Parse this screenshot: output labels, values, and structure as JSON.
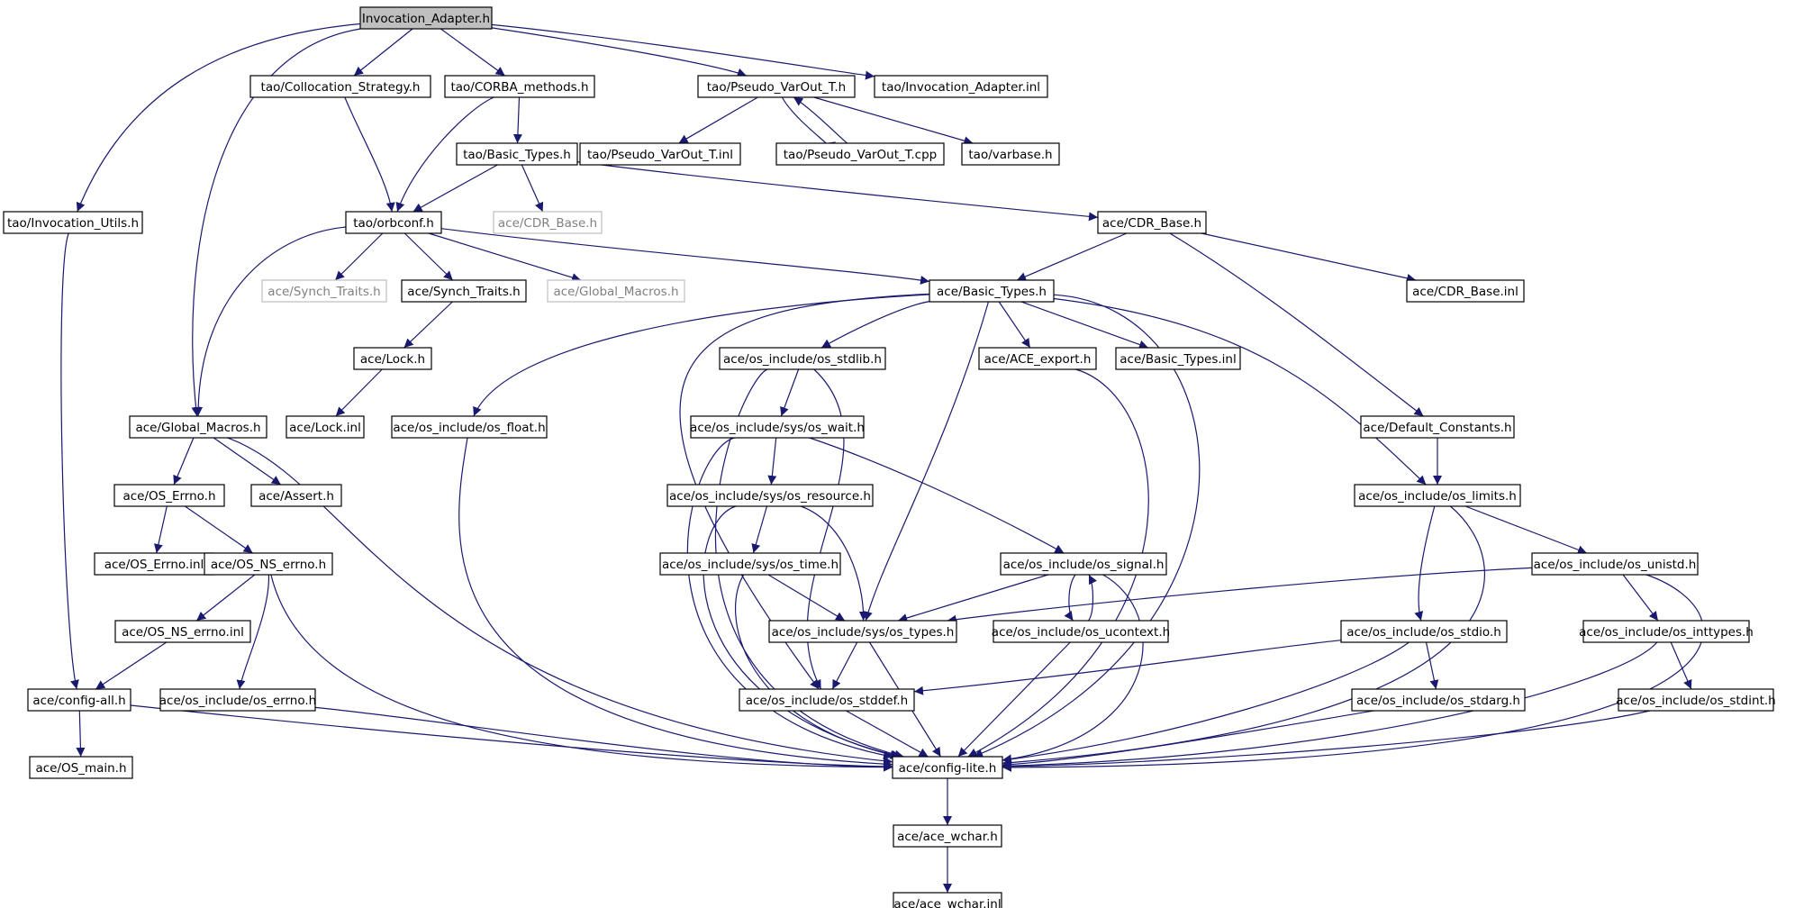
{
  "diagram": {
    "title": "",
    "edge_color": "#191970",
    "root_fill": "#bfbfbf",
    "ghost_color": "#bfbfbf",
    "nodes": [
      {
        "id": "invocation_adapter_h",
        "label": "Invocation_Adapter.h",
        "style": "root"
      },
      {
        "id": "collocation_strategy_h",
        "label": "tao/Collocation_Strategy.h",
        "style": "normal"
      },
      {
        "id": "corba_methods_h",
        "label": "tao/CORBA_methods.h",
        "style": "normal"
      },
      {
        "id": "pseudo_varout_t_h",
        "label": "tao/Pseudo_VarOut_T.h",
        "style": "normal"
      },
      {
        "id": "invocation_adapter_inl",
        "label": "tao/Invocation_Adapter.inl",
        "style": "normal"
      },
      {
        "id": "pseudo_varout_t_inl",
        "label": "tao/Pseudo_VarOut_T.inl",
        "style": "normal"
      },
      {
        "id": "pseudo_varout_t_cpp",
        "label": "tao/Pseudo_VarOut_T.cpp",
        "style": "normal"
      },
      {
        "id": "varbase_h",
        "label": "tao/varbase.h",
        "style": "normal"
      },
      {
        "id": "tao_basic_types_h",
        "label": "tao/Basic_Types.h",
        "style": "normal"
      },
      {
        "id": "invocation_utils_h",
        "label": "tao/Invocation_Utils.h",
        "style": "normal"
      },
      {
        "id": "orbconf_h",
        "label": "tao/orbconf.h",
        "style": "normal"
      },
      {
        "id": "cdr_base_h_ghost",
        "label": "ace/CDR_Base.h",
        "style": "ghost"
      },
      {
        "id": "cdr_base_h",
        "label": "ace/CDR_Base.h",
        "style": "normal"
      },
      {
        "id": "synch_traits_h_ghost",
        "label": "ace/Synch_Traits.h",
        "style": "ghost"
      },
      {
        "id": "synch_traits_h",
        "label": "ace/Synch_Traits.h",
        "style": "normal"
      },
      {
        "id": "global_macros_h_ghost",
        "label": "ace/Global_Macros.h",
        "style": "ghost"
      },
      {
        "id": "ace_basic_types_h",
        "label": "ace/Basic_Types.h",
        "style": "normal"
      },
      {
        "id": "cdr_base_inl",
        "label": "ace/CDR_Base.inl",
        "style": "normal"
      },
      {
        "id": "lock_h",
        "label": "ace/Lock.h",
        "style": "normal"
      },
      {
        "id": "os_stdlib_h",
        "label": "ace/os_include/os_stdlib.h",
        "style": "normal"
      },
      {
        "id": "ace_export_h",
        "label": "ace/ACE_export.h",
        "style": "normal"
      },
      {
        "id": "basic_types_inl",
        "label": "ace/Basic_Types.inl",
        "style": "normal"
      },
      {
        "id": "global_macros_h",
        "label": "ace/Global_Macros.h",
        "style": "normal"
      },
      {
        "id": "lock_inl",
        "label": "ace/Lock.inl",
        "style": "normal"
      },
      {
        "id": "os_float_h",
        "label": "ace/os_include/os_float.h",
        "style": "normal"
      },
      {
        "id": "os_wait_h",
        "label": "ace/os_include/sys/os_wait.h",
        "style": "normal"
      },
      {
        "id": "default_constants_h",
        "label": "ace/Default_Constants.h",
        "style": "normal"
      },
      {
        "id": "os_errno_h_ace",
        "label": "ace/OS_Errno.h",
        "style": "normal"
      },
      {
        "id": "assert_h",
        "label": "ace/Assert.h",
        "style": "normal"
      },
      {
        "id": "os_resource_h",
        "label": "ace/os_include/sys/os_resource.h",
        "style": "normal"
      },
      {
        "id": "os_limits_h",
        "label": "ace/os_include/os_limits.h",
        "style": "normal"
      },
      {
        "id": "os_errno_inl",
        "label": "ace/OS_Errno.inl",
        "style": "normal"
      },
      {
        "id": "os_ns_errno_h",
        "label": "ace/OS_NS_errno.h",
        "style": "normal"
      },
      {
        "id": "os_time_h",
        "label": "ace/os_include/sys/os_time.h",
        "style": "normal"
      },
      {
        "id": "os_signal_h",
        "label": "ace/os_include/os_signal.h",
        "style": "normal"
      },
      {
        "id": "os_unistd_h",
        "label": "ace/os_include/os_unistd.h",
        "style": "normal"
      },
      {
        "id": "os_ns_errno_inl",
        "label": "ace/OS_NS_errno.inl",
        "style": "normal"
      },
      {
        "id": "os_types_h",
        "label": "ace/os_include/sys/os_types.h",
        "style": "normal"
      },
      {
        "id": "os_ucontext_h",
        "label": "ace/os_include/os_ucontext.h",
        "style": "normal"
      },
      {
        "id": "os_stdio_h",
        "label": "ace/os_include/os_stdio.h",
        "style": "normal"
      },
      {
        "id": "os_inttypes_h",
        "label": "ace/os_include/os_inttypes.h",
        "style": "normal"
      },
      {
        "id": "config_all_h",
        "label": "ace/config-all.h",
        "style": "normal"
      },
      {
        "id": "os_include_os_errno_h",
        "label": "ace/os_include/os_errno.h",
        "style": "normal"
      },
      {
        "id": "os_stddef_h",
        "label": "ace/os_include/os_stddef.h",
        "style": "normal"
      },
      {
        "id": "os_stdarg_h",
        "label": "ace/os_include/os_stdarg.h",
        "style": "normal"
      },
      {
        "id": "os_stdint_h",
        "label": "ace/os_include/os_stdint.h",
        "style": "normal"
      },
      {
        "id": "os_main_h",
        "label": "ace/OS_main.h",
        "style": "normal"
      },
      {
        "id": "config_lite_h",
        "label": "ace/config-lite.h",
        "style": "normal"
      },
      {
        "id": "ace_wchar_h",
        "label": "ace/ace_wchar.h",
        "style": "normal"
      },
      {
        "id": "ace_wchar_inl",
        "label": "ace/ace_wchar.inl",
        "style": "normal"
      }
    ],
    "edges": [
      [
        "invocation_adapter_h",
        "collocation_strategy_h"
      ],
      [
        "invocation_adapter_h",
        "corba_methods_h"
      ],
      [
        "invocation_adapter_h",
        "pseudo_varout_t_h"
      ],
      [
        "invocation_adapter_h",
        "invocation_adapter_inl"
      ],
      [
        "invocation_adapter_h",
        "invocation_utils_h"
      ],
      [
        "invocation_adapter_h",
        "global_macros_h"
      ],
      [
        "collocation_strategy_h",
        "orbconf_h"
      ],
      [
        "corba_methods_h",
        "orbconf_h"
      ],
      [
        "corba_methods_h",
        "tao_basic_types_h"
      ],
      [
        "pseudo_varout_t_h",
        "pseudo_varout_t_inl"
      ],
      [
        "pseudo_varout_t_h",
        "pseudo_varout_t_cpp"
      ],
      [
        "pseudo_varout_t_h",
        "varbase_h"
      ],
      [
        "pseudo_varout_t_cpp",
        "pseudo_varout_t_h"
      ],
      [
        "tao_basic_types_h",
        "orbconf_h"
      ],
      [
        "tao_basic_types_h",
        "cdr_base_h_ghost"
      ],
      [
        "tao_basic_types_h",
        "cdr_base_h"
      ],
      [
        "invocation_utils_h",
        "config_all_h"
      ],
      [
        "orbconf_h",
        "synch_traits_h_ghost"
      ],
      [
        "orbconf_h",
        "synch_traits_h"
      ],
      [
        "orbconf_h",
        "global_macros_h_ghost"
      ],
      [
        "orbconf_h",
        "ace_basic_types_h"
      ],
      [
        "orbconf_h",
        "global_macros_h"
      ],
      [
        "cdr_base_h",
        "ace_basic_types_h"
      ],
      [
        "cdr_base_h",
        "cdr_base_inl"
      ],
      [
        "cdr_base_h",
        "default_constants_h"
      ],
      [
        "synch_traits_h",
        "lock_h"
      ],
      [
        "lock_h",
        "lock_inl"
      ],
      [
        "ace_basic_types_h",
        "os_stdlib_h"
      ],
      [
        "ace_basic_types_h",
        "ace_export_h"
      ],
      [
        "ace_basic_types_h",
        "basic_types_inl"
      ],
      [
        "ace_basic_types_h",
        "os_float_h"
      ],
      [
        "ace_basic_types_h",
        "os_types_h"
      ],
      [
        "ace_basic_types_h",
        "os_limits_h"
      ],
      [
        "ace_basic_types_h",
        "os_stddef_h"
      ],
      [
        "ace_basic_types_h",
        "config_lite_h"
      ],
      [
        "os_stdlib_h",
        "os_wait_h"
      ],
      [
        "os_stdlib_h",
        "os_stddef_h"
      ],
      [
        "os_stdlib_h",
        "config_lite_h"
      ],
      [
        "ace_export_h",
        "config_lite_h"
      ],
      [
        "global_macros_h",
        "os_errno_h_ace"
      ],
      [
        "global_macros_h",
        "assert_h"
      ],
      [
        "global_macros_h",
        "config_lite_h"
      ],
      [
        "os_float_h",
        "config_lite_h"
      ],
      [
        "os_wait_h",
        "os_resource_h"
      ],
      [
        "os_wait_h",
        "os_signal_h"
      ],
      [
        "os_wait_h",
        "config_lite_h"
      ],
      [
        "default_constants_h",
        "os_limits_h"
      ],
      [
        "os_errno_h_ace",
        "os_errno_inl"
      ],
      [
        "os_errno_h_ace",
        "os_ns_errno_h"
      ],
      [
        "os_resource_h",
        "os_time_h"
      ],
      [
        "os_resource_h",
        "os_types_h"
      ],
      [
        "os_resource_h",
        "config_lite_h"
      ],
      [
        "os_limits_h",
        "os_unistd_h"
      ],
      [
        "os_limits_h",
        "os_stdio_h"
      ],
      [
        "os_limits_h",
        "config_lite_h"
      ],
      [
        "os_ns_errno_h",
        "os_ns_errno_inl"
      ],
      [
        "os_ns_errno_h",
        "os_include_os_errno_h"
      ],
      [
        "os_ns_errno_h",
        "config_lite_h"
      ],
      [
        "os_time_h",
        "os_types_h"
      ],
      [
        "os_time_h",
        "config_lite_h"
      ],
      [
        "os_signal_h",
        "os_types_h"
      ],
      [
        "os_signal_h",
        "os_ucontext_h"
      ],
      [
        "os_signal_h",
        "config_lite_h"
      ],
      [
        "os_ucontext_h",
        "os_signal_h"
      ],
      [
        "os_ucontext_h",
        "config_lite_h"
      ],
      [
        "os_unistd_h",
        "os_types_h"
      ],
      [
        "os_unistd_h",
        "os_inttypes_h"
      ],
      [
        "os_unistd_h",
        "config_lite_h"
      ],
      [
        "os_ns_errno_inl",
        "config_all_h"
      ],
      [
        "os_types_h",
        "os_stddef_h"
      ],
      [
        "os_types_h",
        "config_lite_h"
      ],
      [
        "os_stdio_h",
        "os_stddef_h"
      ],
      [
        "os_stdio_h",
        "os_stdarg_h"
      ],
      [
        "os_stdio_h",
        "config_lite_h"
      ],
      [
        "os_inttypes_h",
        "os_stdint_h"
      ],
      [
        "os_inttypes_h",
        "config_lite_h"
      ],
      [
        "config_all_h",
        "os_main_h"
      ],
      [
        "config_all_h",
        "config_lite_h"
      ],
      [
        "os_include_os_errno_h",
        "config_lite_h"
      ],
      [
        "os_stddef_h",
        "config_lite_h"
      ],
      [
        "os_stdarg_h",
        "config_lite_h"
      ],
      [
        "os_stdint_h",
        "config_lite_h"
      ],
      [
        "config_lite_h",
        "ace_wchar_h"
      ],
      [
        "ace_wchar_h",
        "ace_wchar_inl"
      ]
    ]
  }
}
